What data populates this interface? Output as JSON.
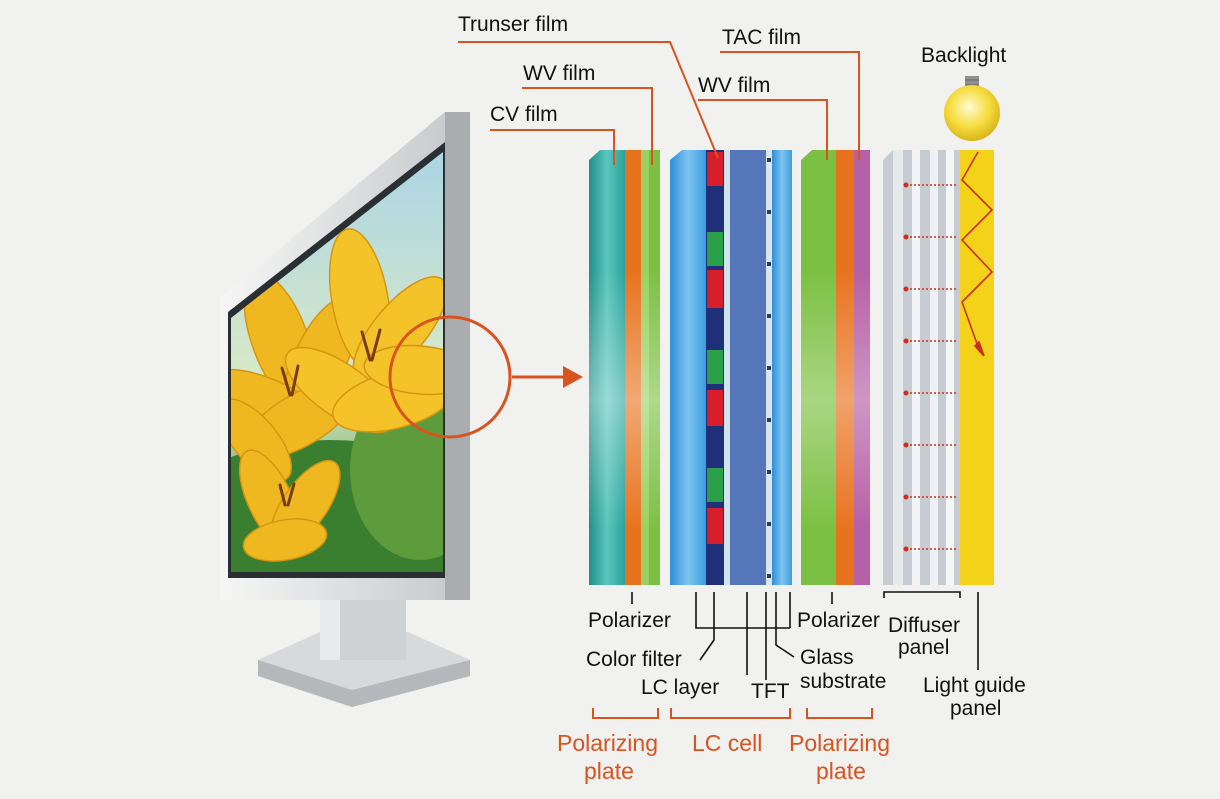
{
  "labels": {
    "trunser_film": "Trunser film",
    "tac_film": "TAC film",
    "backlight": "Backlight",
    "wv_film_left": "WV film",
    "wv_film_right": "WV film",
    "cv_film": "CV film",
    "polarizer_left": "Polarizer",
    "polarizer_right": "Polarizer",
    "color_filter": "Color filter",
    "lc_layer": "LC layer",
    "tft": "TFT",
    "glass_line1": "Glass",
    "glass_line2": "substrate",
    "diffuser_line1": "Diffuser",
    "diffuser_line2": "panel",
    "light_guide_line1": "Light guide",
    "light_guide_line2": "panel"
  },
  "groups": {
    "polarizing_plate_left_line1": "Polarizing",
    "polarizing_plate_left_line2": "plate",
    "lc_cell": "LC cell",
    "polarizing_plate_right_line1": "Polarizing",
    "polarizing_plate_right_line2": "plate"
  },
  "colors": {
    "accent_orange": "#d9531e",
    "film_teal": "#2aa39a",
    "film_orange": "#e8731f",
    "film_green": "#7cc043",
    "lc_blue": "#5576b8",
    "filter_red": "#d61f2b",
    "filter_green": "#2aa04a",
    "film_purple": "#b660a6",
    "light_guide_yellow": "#f5d21a",
    "bulb_yellow": "#f6dc3c"
  },
  "icons": [
    "monitor-icon",
    "flower-image",
    "magnifier-circle-icon",
    "arrow-right-icon",
    "light-bulb-icon"
  ]
}
